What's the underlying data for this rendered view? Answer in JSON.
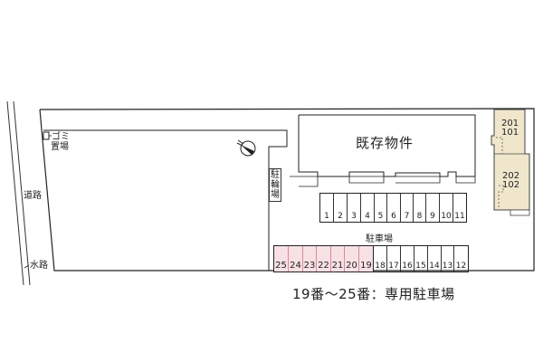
{
  "labels": {
    "road": "道路",
    "waterway": "水路",
    "garbage": [
      "ゴミ",
      "置場"
    ],
    "bicycle_parking": [
      "駐",
      "輪",
      "場"
    ],
    "existing_building": "既存物件",
    "parking_lot": "駐車場",
    "units_upper": [
      "201",
      "101"
    ],
    "units_lower": [
      "202",
      "102"
    ],
    "note": "19番～25番：専用駐車場"
  },
  "parking": {
    "top_row": [
      "1",
      "2",
      "3",
      "4",
      "5",
      "6",
      "7",
      "8",
      "9",
      "10",
      "11"
    ],
    "bottom_row": [
      {
        "no": "25",
        "reserved": true
      },
      {
        "no": "24",
        "reserved": true
      },
      {
        "no": "23",
        "reserved": true
      },
      {
        "no": "22",
        "reserved": true
      },
      {
        "no": "21",
        "reserved": true
      },
      {
        "no": "20",
        "reserved": true
      },
      {
        "no": "19",
        "reserved": true
      },
      {
        "no": "18",
        "reserved": false
      },
      {
        "no": "17",
        "reserved": false
      },
      {
        "no": "16",
        "reserved": false
      },
      {
        "no": "15",
        "reserved": false
      },
      {
        "no": "14",
        "reserved": false
      },
      {
        "no": "13",
        "reserved": false
      },
      {
        "no": "12",
        "reserved": false
      }
    ]
  },
  "colors": {
    "reserved_fill": "#f7e1e4",
    "reserved_border": "#d98a95",
    "apartment_fill": "#efe6cc",
    "line": "#222222"
  },
  "icons": {
    "north": "compass-north-arrow-icon"
  }
}
